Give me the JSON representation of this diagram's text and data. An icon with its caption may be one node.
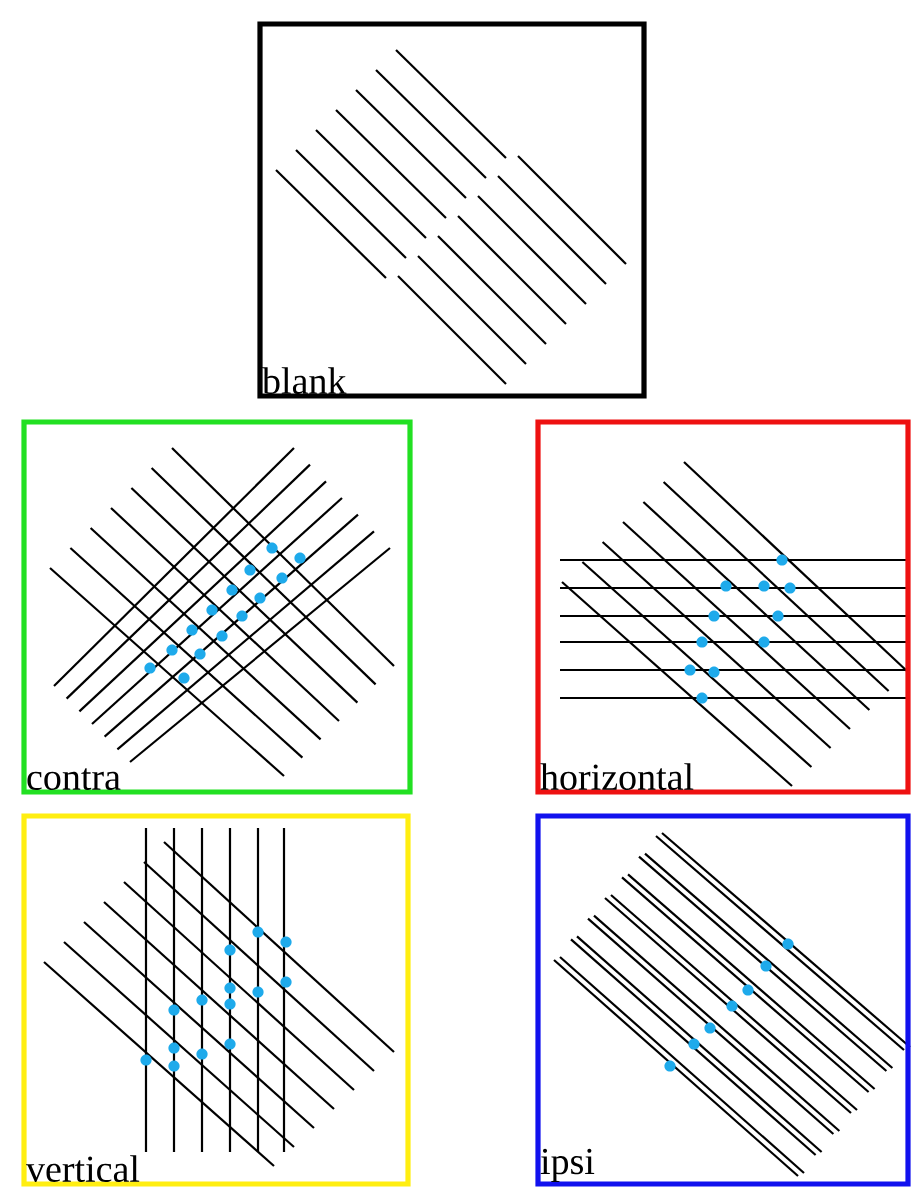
{
  "diagram": {
    "nodes": [
      {
        "text": [
          "blank"
        ]
      },
      {
        "text": [
          "contra"
        ]
      },
      {
        "text": [
          "horizontal"
        ]
      },
      {
        "text": [
          "vertical"
        ]
      },
      {
        "text": [
          "ipsi"
        ]
      }
    ]
  }
}
